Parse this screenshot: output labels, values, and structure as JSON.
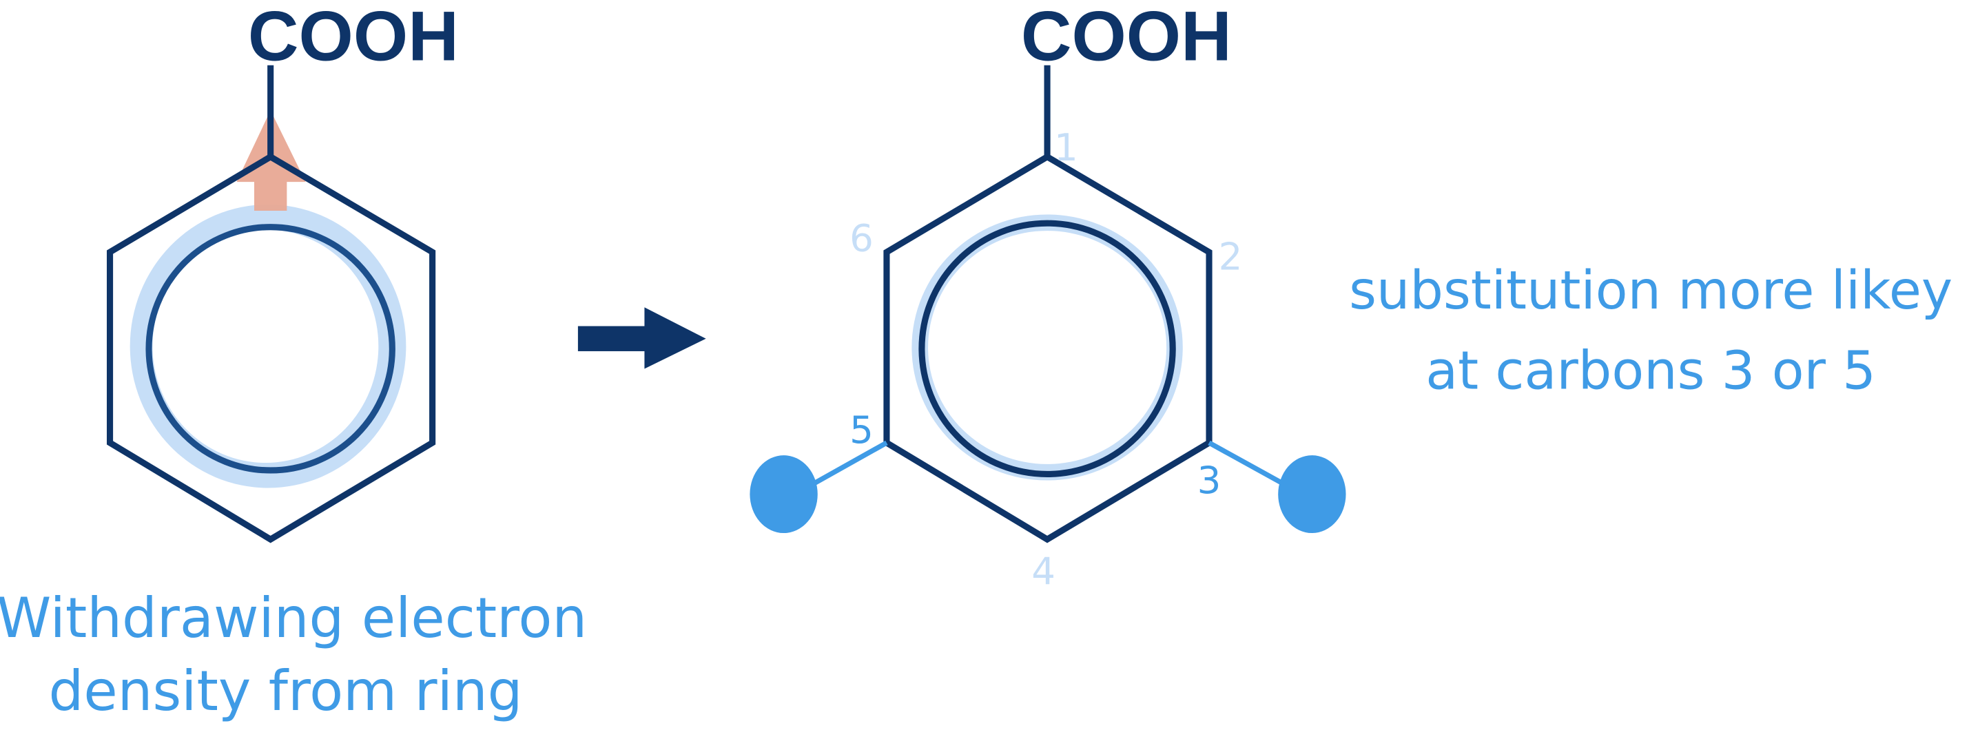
{
  "left_molecule": {
    "substituent": "COOH",
    "caption_line1": "Withdrawing electron",
    "caption_line2": "density from ring"
  },
  "right_molecule": {
    "substituent": "COOH",
    "carbon_numbers": [
      "1",
      "2",
      "3",
      "4",
      "5",
      "6"
    ],
    "caption_line1": "substitution more likey",
    "caption_line2": "at carbons 3 or 5"
  },
  "colors": {
    "bond": "#0e3468",
    "accent": "#3f9be6",
    "halo": "#c6def7",
    "withdrawal_arrow": "#e8a894"
  },
  "icons": [
    "reaction-arrow-icon",
    "electron-withdrawal-arrow-icon"
  ]
}
